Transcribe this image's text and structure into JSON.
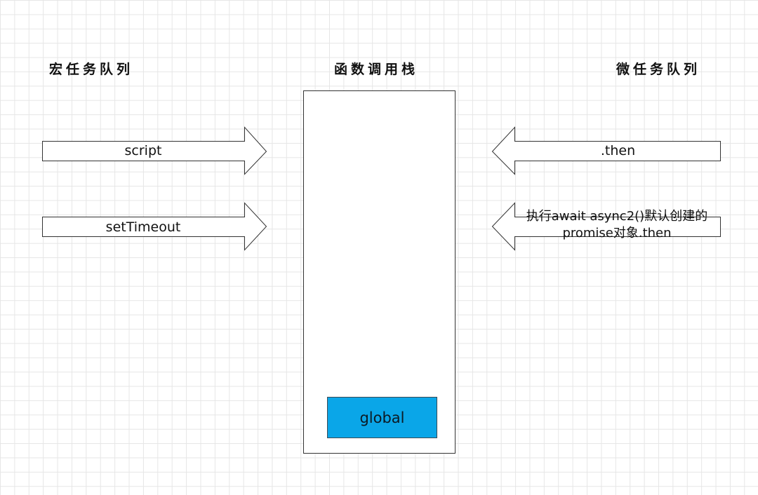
{
  "headings": {
    "macro_queue": "宏任务队列",
    "call_stack": "函数调用栈",
    "micro_queue": "微任务队列"
  },
  "macro_tasks": [
    {
      "label": "script"
    },
    {
      "label": "setTimeout"
    }
  ],
  "micro_tasks": [
    {
      "label": ".then"
    },
    {
      "label": "执行await async2()默认创建的promise对象.then"
    }
  ],
  "call_stack_frames": [
    {
      "label": "global"
    }
  ],
  "colors": {
    "frame_fill": "#0aa6e8",
    "arrow_stroke": "#333333",
    "grid": "#e6e6e6"
  }
}
